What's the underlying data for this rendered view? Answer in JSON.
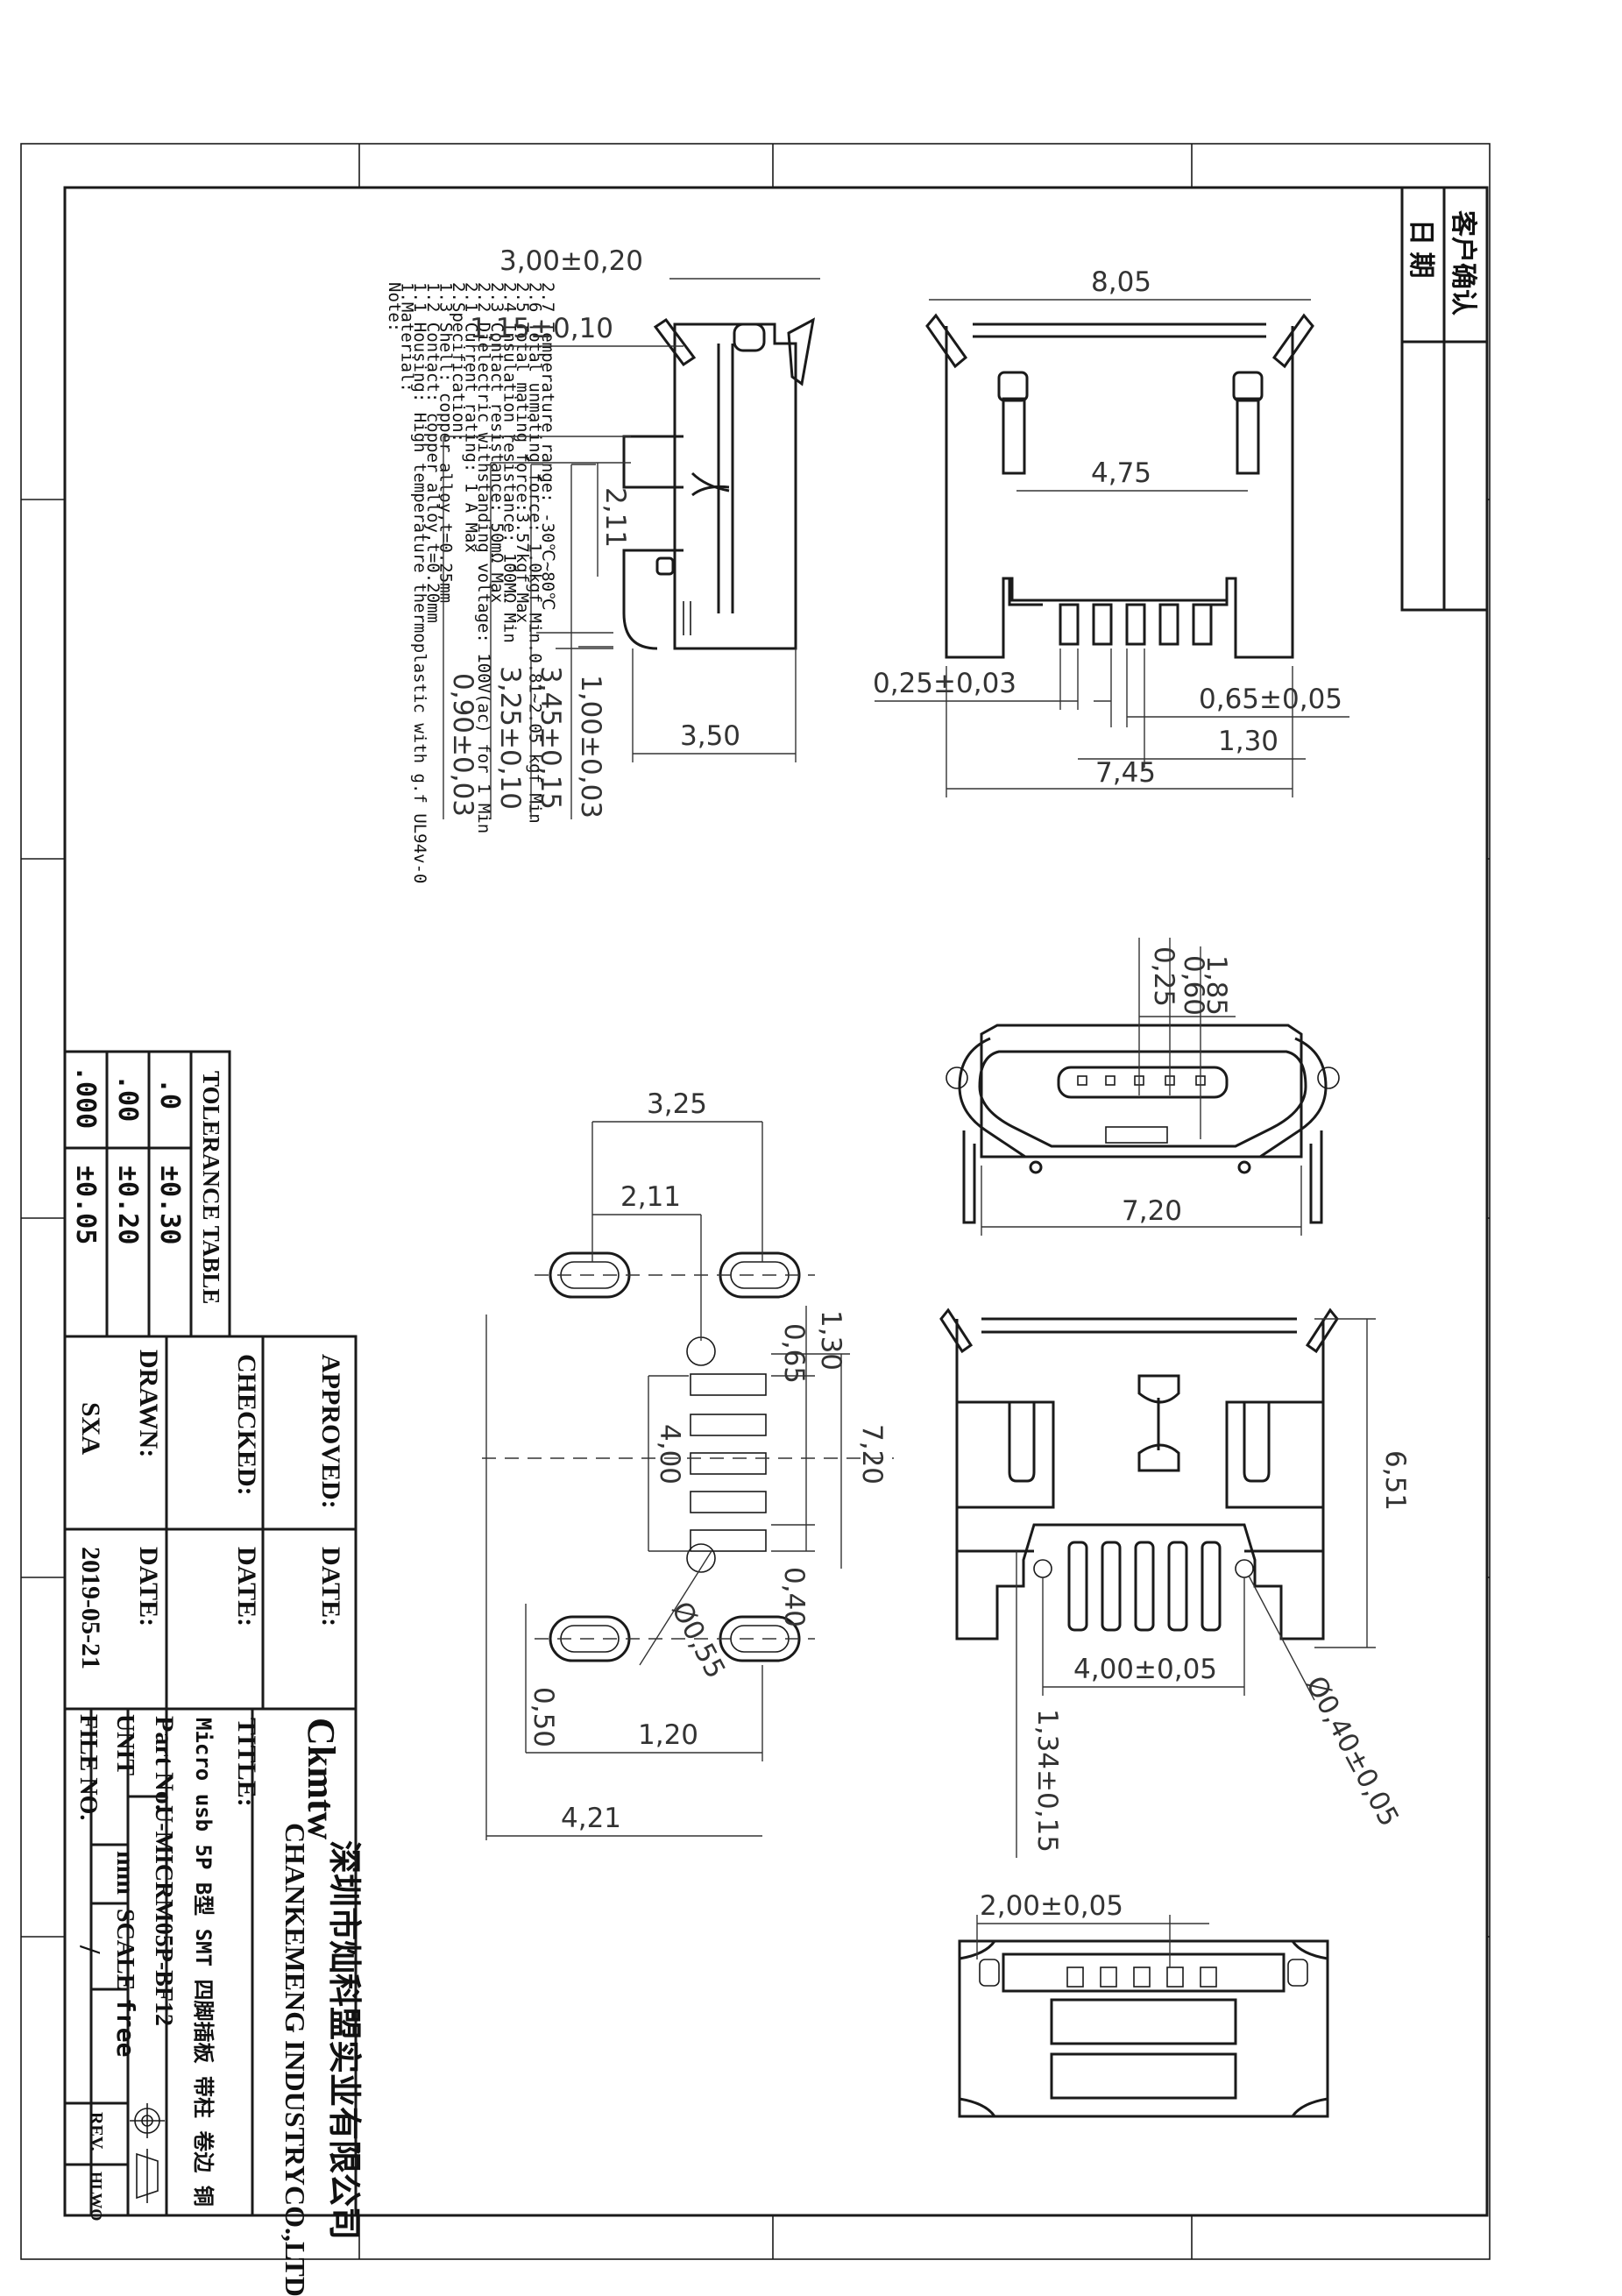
{
  "customer_confirm": {
    "label": "客户确认",
    "date_label": "日 期"
  },
  "notes": {
    "lines": [
      "Note:",
      "1.Material:",
      "1.1  Housing: High temperature thermoplastic with g.f UL94v-0",
      "1.2  Contact: copper alloy,t=0.20mm",
      "1.3  Shell: copper alloy,t=0.25mm",
      "2.Specification:",
      "2.1  Current rating: 1 A  Max",
      "2.2  Dielectric withstanding voltage: 100V(ac) for 1 Min",
      "2.3  Contact resistance: 50mΩ Max",
      "2.4  Insulation resistance: 100MΩ Min",
      "2.5  Total mating force:3.57kgf Max",
      "2.6  Total unmating force: 1.0kgf Min.0.81~2.05 kgf Min",
      "2.7  Temperature range: -30℃~80℃"
    ]
  },
  "dimensions": {
    "side_top": "3,00±0,20",
    "side_pin": "1,15±0,10",
    "side_211": "2,11",
    "side_100": "1,00±0,03",
    "side_345": "3,45±0,15",
    "side_325": "3,25±0,10",
    "side_090": "0,90±0,03",
    "side_350": "3,50",
    "front_805": "8,05",
    "front_475": "4,75",
    "front_025": "0,25±0,03",
    "front_065": "0,65±0,05",
    "front_130": "1,30",
    "front_745": "7,45",
    "face_185": "1,85",
    "face_060": "0,60",
    "face_025": "0,25",
    "face_720": "7,20",
    "pcb_325": "3,25",
    "pcb_211": "2,11",
    "pcb_130": "1,30",
    "pcb_065": "0,65",
    "pcb_400": "4,00",
    "pcb_720": "7,20",
    "pcb_040": "0,40",
    "pcb_055": "Ø0,55",
    "pcb_050": "0,50",
    "pcb_120": "1,20",
    "pcb_421": "4,21",
    "bot_651": "6,51",
    "bot_400": "4,00±0,05",
    "bot_040": "Ø0,40±0,05",
    "bot_134": "1,34±0,15",
    "rear_200": "2,00±0,05"
  },
  "tolerance": {
    "title": "TOLERANCE TABLE",
    "rows": [
      {
        "digits": ".0",
        "tol": "±0.30"
      },
      {
        "digits": ".00",
        "tol": "±0.20"
      },
      {
        "digits": ".000",
        "tol": "±0.05"
      }
    ]
  },
  "title_block": {
    "approved": "APPROVED:",
    "checked": "CHECKED:",
    "drawn": "DRAWN:",
    "drawer": "SXA",
    "date": "DATE:",
    "date_value": "2019-05-21",
    "title": "TITLE:",
    "part_name": "Micro usb 5P B型 SMT 四脚插板 带柱 卷边 铜",
    "part_no_label": "Part No.",
    "part_no": "U-MICRM05P-BF12",
    "unit_label": "UNIT",
    "unit": "mm",
    "scale_label": "SCALE",
    "scale": "free",
    "file_label": "FILE NO.",
    "file_value": "/",
    "rev_label": "REV.",
    "hl_label": "HLWO",
    "company_cn": "深圳市灿科盟实业有限公司",
    "company_en": "CHANKEMENG INDUSTRYCO.,LTD",
    "logo": "Ckmtw"
  }
}
